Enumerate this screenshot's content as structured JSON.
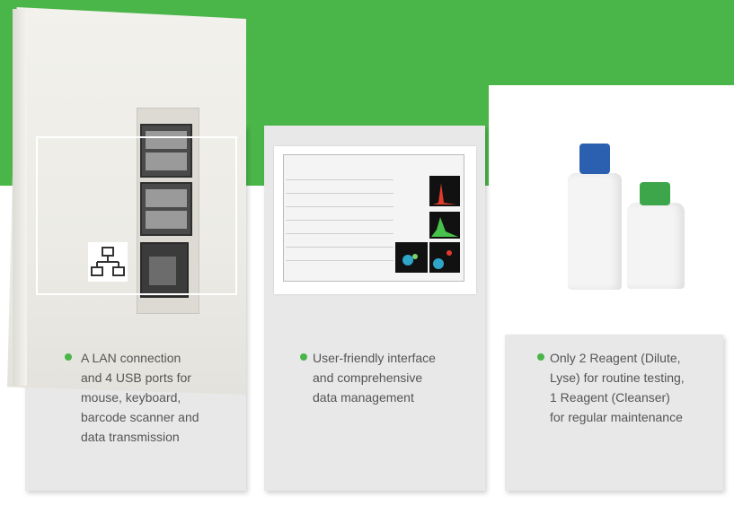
{
  "features": [
    {
      "lines": [
        "A LAN connection",
        "and 4 USB ports for",
        "mouse, keyboard,",
        "barcode scanner and",
        "data transmission"
      ]
    },
    {
      "lines": [
        "User-friendly interface",
        "and comprehensive",
        "data management"
      ]
    },
    {
      "lines": [
        "Only 2 Reagent (Dilute,",
        "Lyse) for routine testing,",
        "1 Reagent (Cleanser)",
        "for regular maintenance"
      ]
    }
  ],
  "colors": {
    "accent": "#4ab549",
    "card": "#e8e8e8",
    "text": "#555555"
  },
  "icons": [
    "lan-network-icon"
  ]
}
